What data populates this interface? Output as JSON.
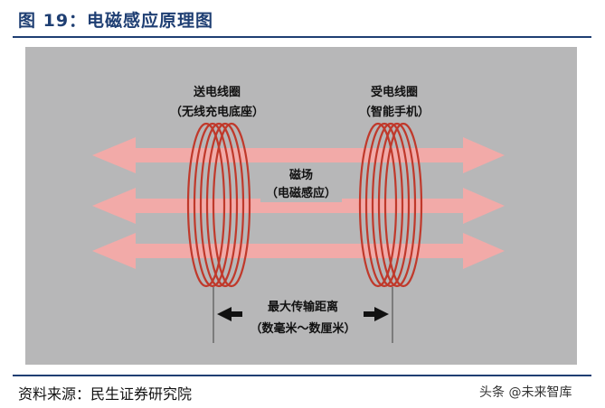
{
  "header": {
    "title": "图 19：电磁感应原理图"
  },
  "diagram": {
    "tx_coil": {
      "line1": "送电线圈",
      "line2": "（无线充电底座）"
    },
    "rx_coil": {
      "line1": "受电线圈",
      "line2": "（智能手机）"
    },
    "field": {
      "line1": "磁场",
      "line2": "（电磁感应）"
    },
    "distance": {
      "line1": "最大传输距离",
      "line2": "（数毫米～数厘米）"
    },
    "colors": {
      "background": "#b7b7b8",
      "coil": "#c0392b",
      "arrow": "#f2aaa8",
      "title": "#1f3f73"
    }
  },
  "footer": {
    "source": "资料来源：民生证券研究院",
    "watermark": "头条 @未来智库"
  }
}
